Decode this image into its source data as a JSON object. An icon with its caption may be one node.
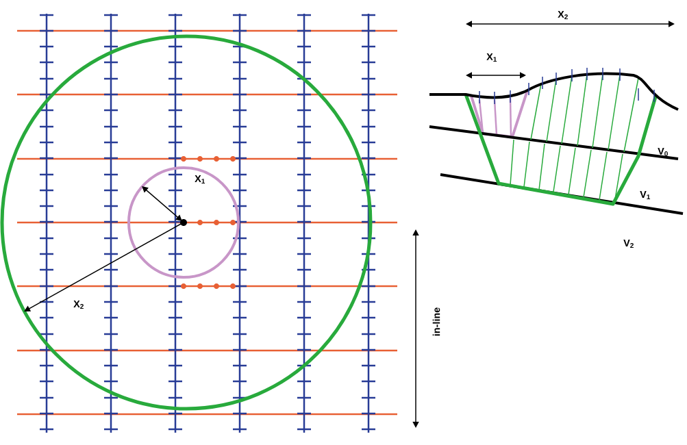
{
  "diagram": {
    "labels": [
      "X$_{2}$",
      "X$_{1}$",
      "V$_{0}$",
      "X$_{1}$",
      "V$_{1}$",
      "V$_{2}$",
      "X$_{2}$",
      "in-line"
    ]
  }
}
